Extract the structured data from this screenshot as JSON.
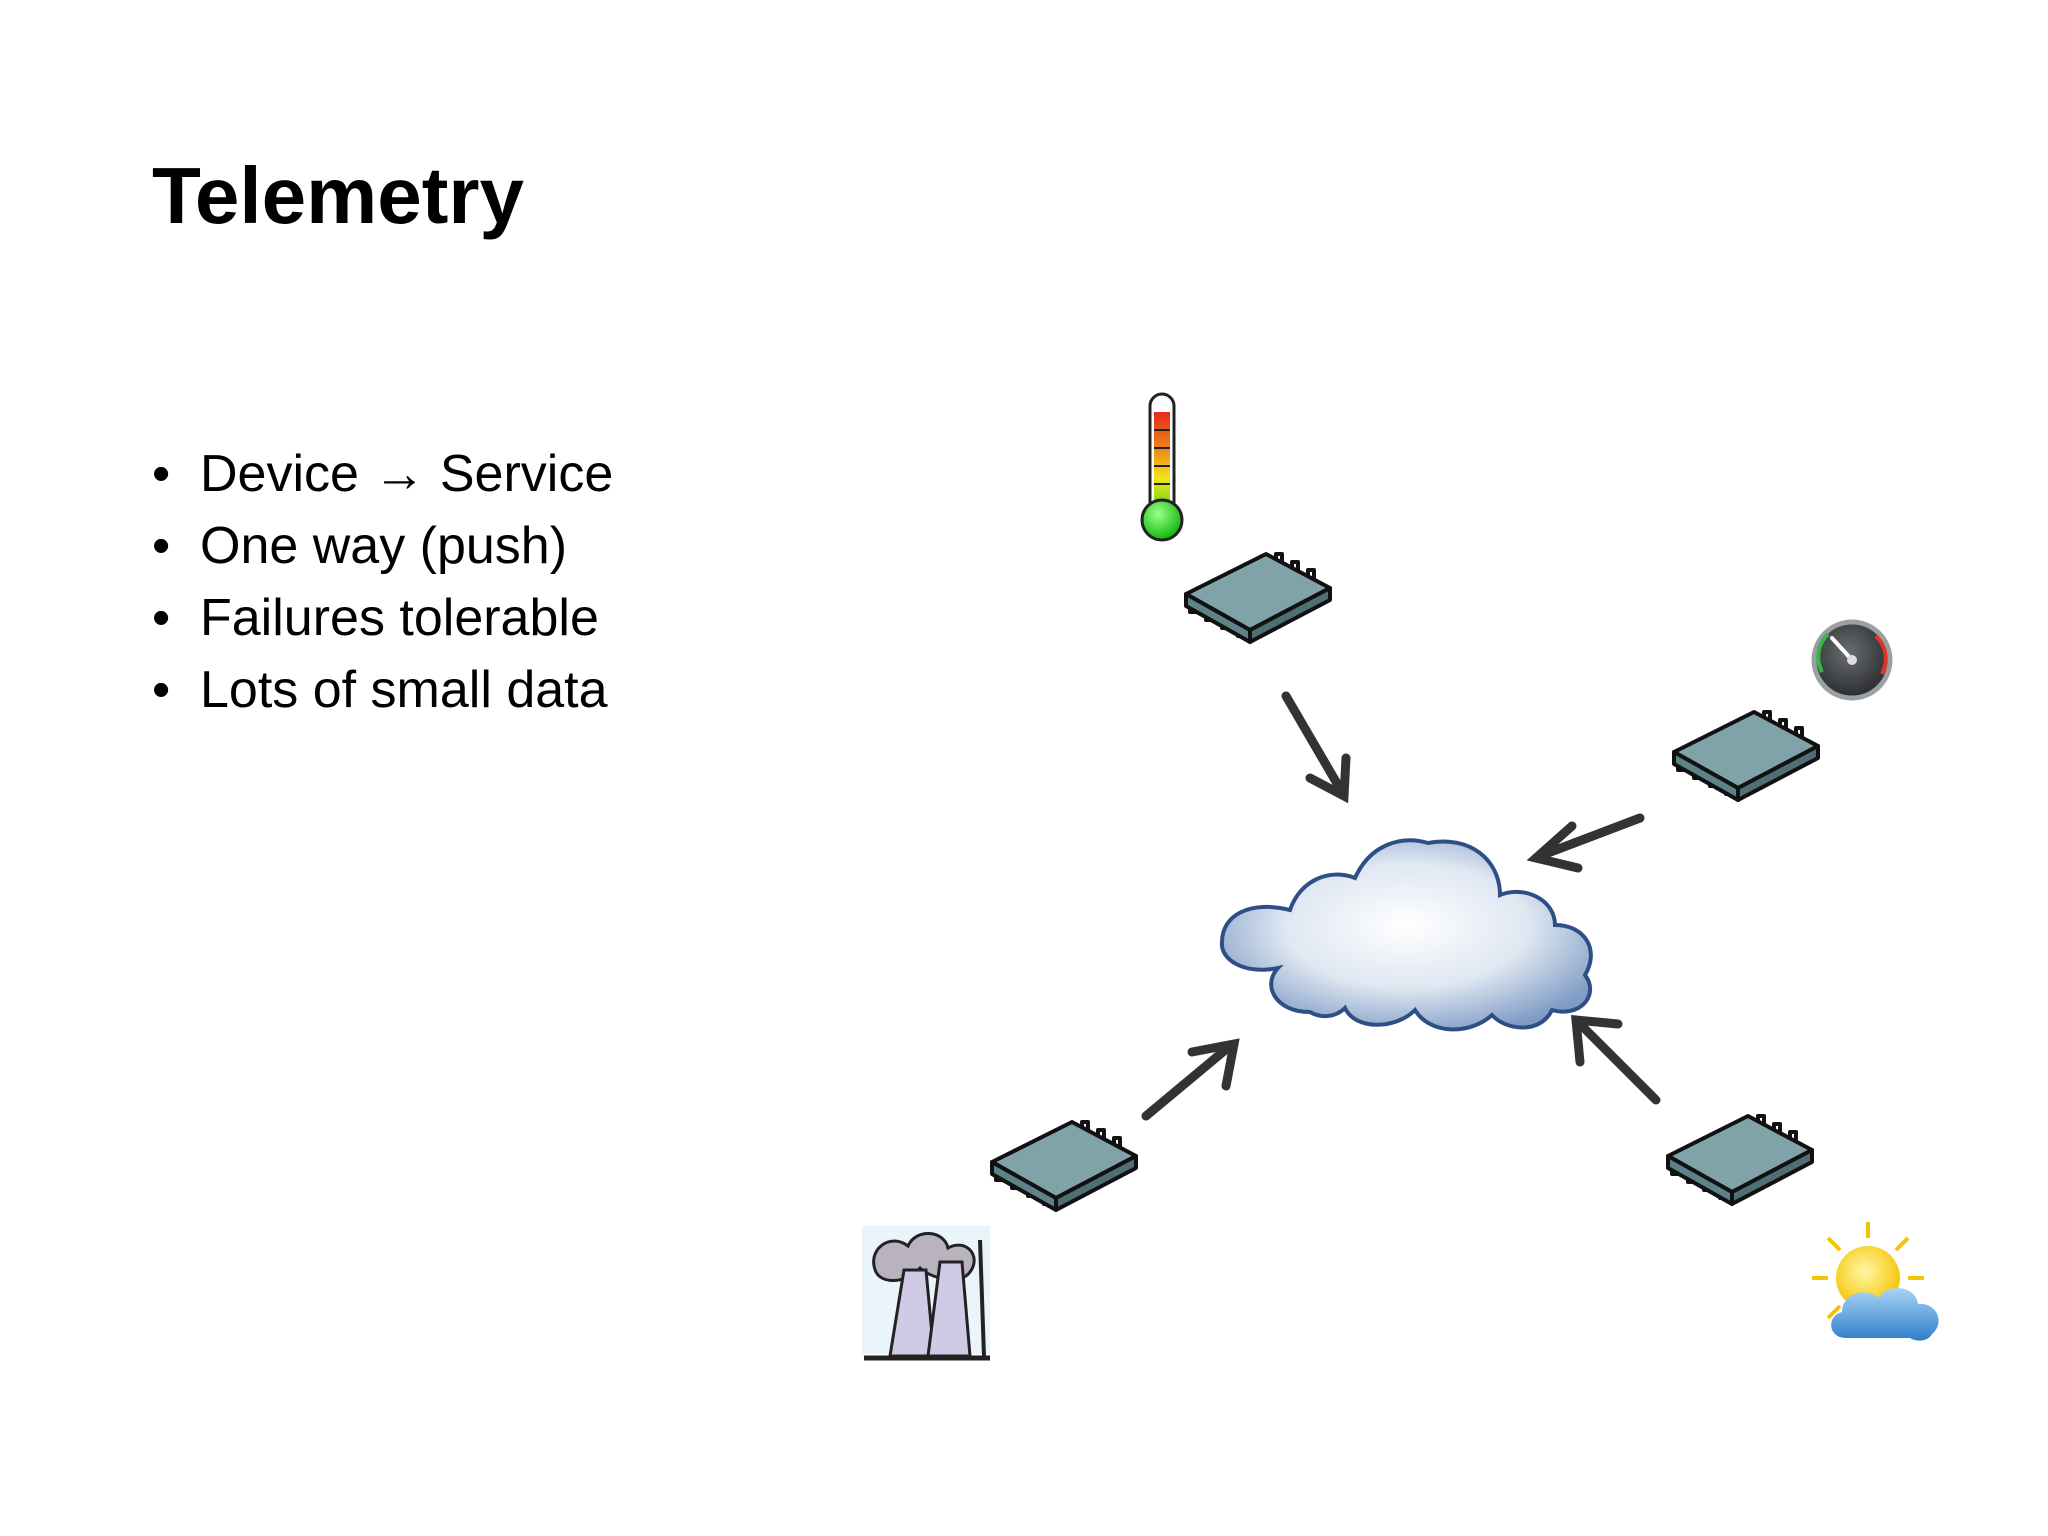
{
  "slide": {
    "title": "Telemetry",
    "bullets": [
      "Device → Service",
      "One way (push)",
      "Failures tolerable",
      "Lots of small data"
    ],
    "bullet_glyph": "•"
  },
  "diagram": {
    "hub_icon": "cloud-icon",
    "devices": [
      {
        "chip_icon": "microchip-icon",
        "sensor_icon": "thermometer-icon"
      },
      {
        "chip_icon": "microchip-icon",
        "sensor_icon": "gauge-icon"
      },
      {
        "chip_icon": "microchip-icon",
        "sensor_icon": "factory-smokestacks-icon"
      },
      {
        "chip_icon": "microchip-icon",
        "sensor_icon": "sun-cloud-weather-icon"
      }
    ],
    "arrow_color": "#333333",
    "chip_color": "#7fa3a8",
    "cloud_stroke": "#2e4f86"
  }
}
